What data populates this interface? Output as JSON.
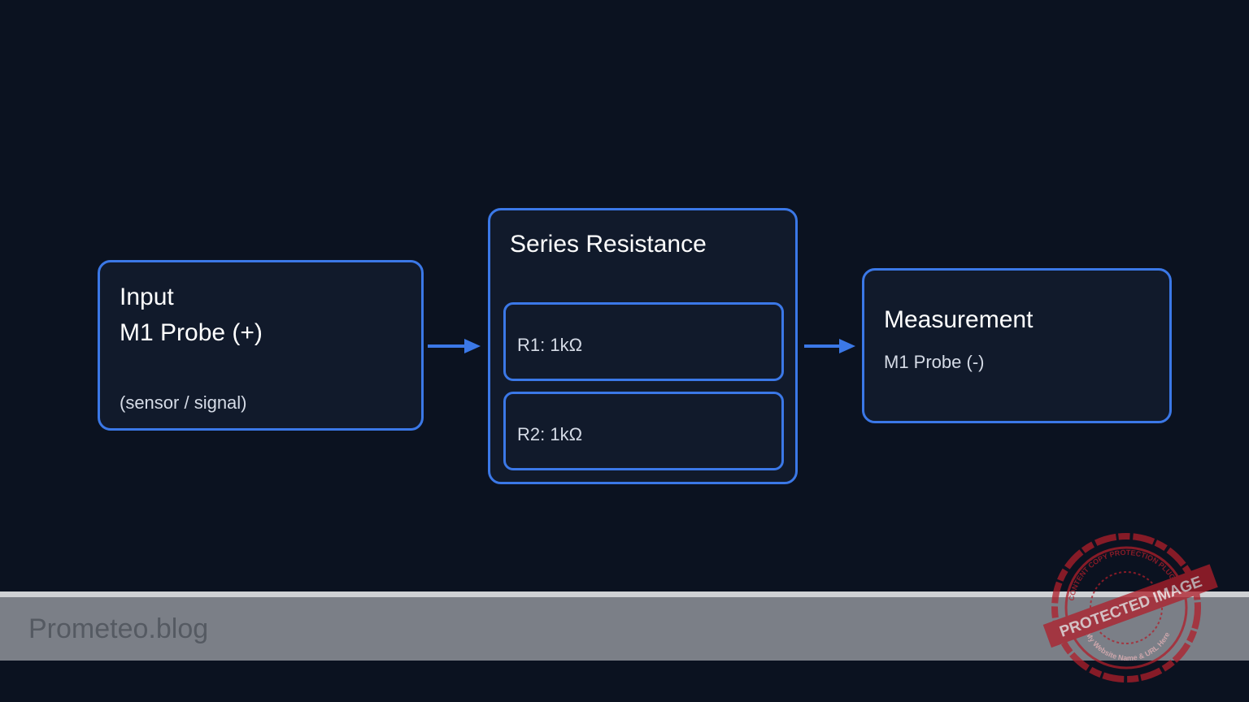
{
  "nodes": {
    "input": {
      "title_line1": "Input",
      "title_line2": "M1 Probe (+)",
      "subtitle": "(sensor / signal)"
    },
    "series": {
      "title": "Series Resistance",
      "resistors": [
        "R1: 1kΩ",
        "R2: 1kΩ"
      ]
    },
    "measurement": {
      "title": "Measurement",
      "subtitle": "M1 Probe (-)"
    }
  },
  "edges": [
    {
      "from": "input",
      "to": "series"
    },
    {
      "from": "series",
      "to": "measurement"
    }
  ],
  "footer": {
    "brand": "Prometeo.blog"
  },
  "watermark": {
    "main_text": "PROTECTED IMAGE",
    "ring_top": "CONTENT COPY PROTECTION PLUGIN",
    "ring_bottom": "My Website Name & URL Here"
  },
  "colors": {
    "background": "#0b1220",
    "node_fill": "#111a2b",
    "accent": "#3b78e7",
    "footer": "#7b7f87",
    "stamp": "#b01e2a"
  }
}
